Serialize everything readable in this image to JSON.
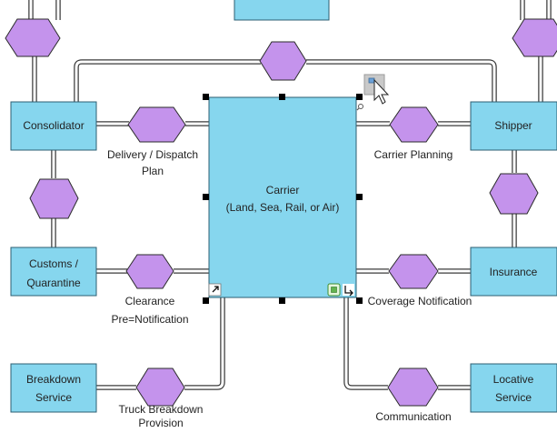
{
  "diagram": {
    "nodes": {
      "consolidator": "Consolidator",
      "shipper": "Shipper",
      "customs_line1": "Customs /",
      "customs_line2": "Quarantine",
      "insurance": "Insurance",
      "breakdown_line1": "Breakdown",
      "breakdown_line2": "Service",
      "locative_line1": "Locative",
      "locative_line2": "Service",
      "carrier_line1": "Carrier",
      "carrier_line2": "(Land, Sea, Rail, or Air)"
    },
    "flows": {
      "delivery_line1": "Delivery / Dispatch",
      "delivery_line2": "Plan",
      "carrier_planning": "Carrier Planning",
      "clearance_line1": "Clearance",
      "clearance_line2": "Pre=Notification",
      "coverage": "Coverage Notification",
      "truck_line1": "Truck Breakdown",
      "truck_line2": "Provision",
      "communication": "Communication"
    }
  }
}
